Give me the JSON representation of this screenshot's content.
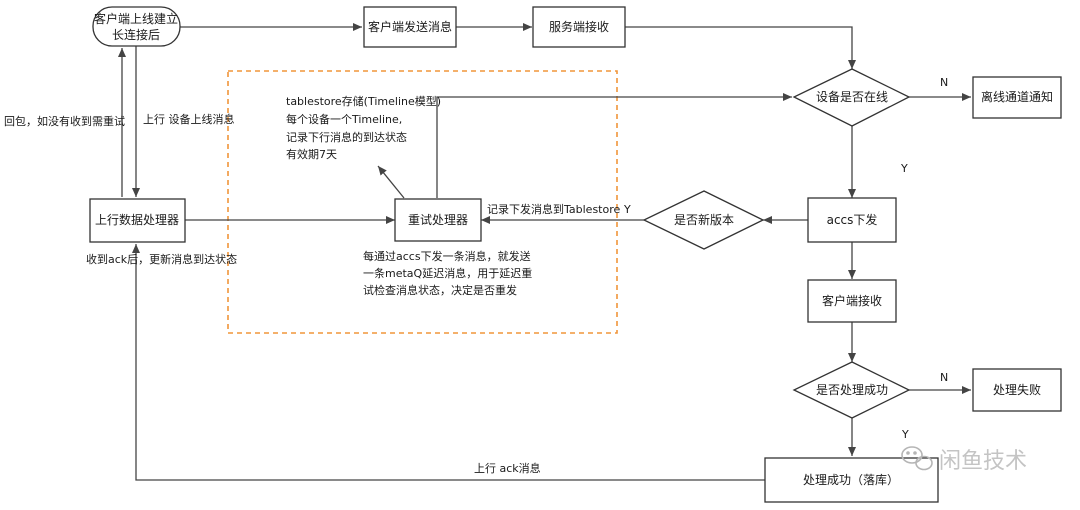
{
  "nodes": {
    "client_online": {
      "line1": "客户端上线建立",
      "line2": "长连接后"
    },
    "client_send": "客户端发送消息",
    "server_recv": "服务端接收",
    "device_online": "设备是否在线",
    "offline_notify": "离线通道通知",
    "uplink_processor": "上行数据处理器",
    "retry_processor": "重试处理器",
    "new_version": "是否新版本",
    "accs_down": "accs下发",
    "client_recv": "客户端接收",
    "process_success_q": "是否处理成功",
    "process_fail": "处理失败",
    "process_success": "处理成功（落库）"
  },
  "labels": {
    "reply_retry": "回包，如没有收到需重试",
    "uplink_online": "上行 设备上线消息",
    "ack_update": "收到ack后，更新消息到达状态",
    "record_tablestore": "记录下发消息到Tablestore",
    "uplink_ack": "上行 ack消息",
    "n1": "N",
    "y1": "Y",
    "y2": "Y",
    "n2": "N",
    "y3": "Y"
  },
  "annotations": {
    "tablestore": [
      "tablestore存储(Timeline模型)",
      "每个设备一个Timeline,",
      "记录下行消息的到达状态",
      "有效期7天"
    ],
    "metaq": [
      "每通过accs下发一条消息，就发送",
      "一条metaQ延迟消息，用于延迟重",
      "试检查消息状态，决定是否重发"
    ]
  },
  "watermark": "闲鱼技术"
}
